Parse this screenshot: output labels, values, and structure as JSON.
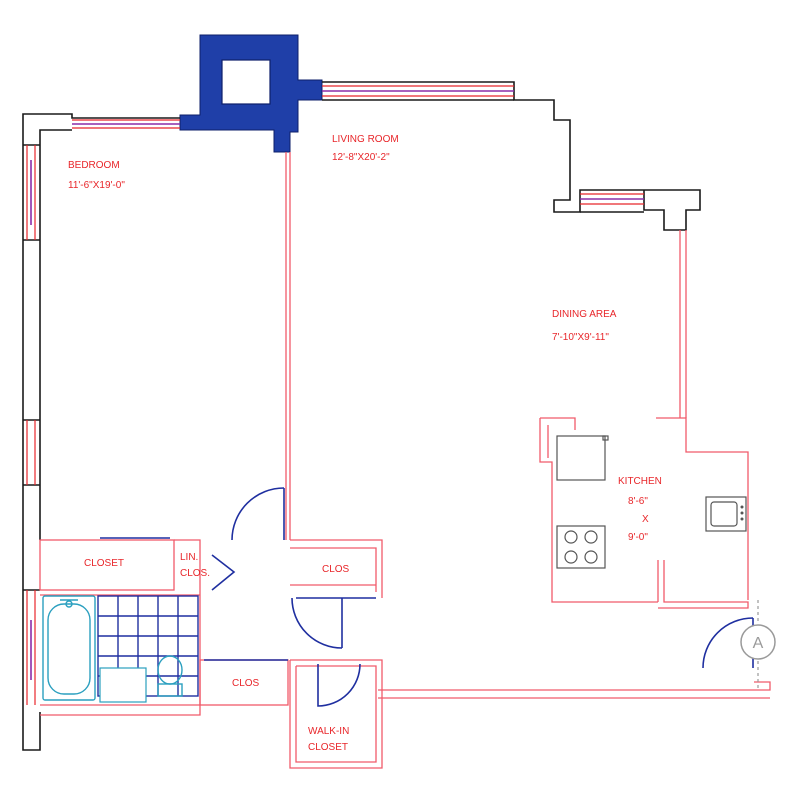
{
  "colors": {
    "label_red": "#e8262a",
    "interior_wall": "#f05a6a",
    "exterior_wall": "#1a1a1a",
    "column_fill": "#1f3fa8",
    "window_mullion": "#8a2da8",
    "door_swing": "#1f2fa0",
    "bath_fixture": "#2a9fbf",
    "marker_gray": "#9a9a9a"
  },
  "rooms": {
    "living_room": {
      "name": "LIVING ROOM",
      "dims": "12'-8\"X20'-2\""
    },
    "bedroom": {
      "name": "BEDROOM",
      "dims": "11'-6\"X19'-0\""
    },
    "dining_area": {
      "name": "DINING AREA",
      "dims": "7'-10\"X9'-11\""
    },
    "kitchen": {
      "name": "KITCHEN",
      "dims_line1": "8'-6\"",
      "dims_line2": "X",
      "dims_line3": "9'-0\""
    },
    "closet": {
      "name": "CLOSET"
    },
    "linen_closet": {
      "line1": "LIN.",
      "line2": "CLOS."
    },
    "clos_entry": {
      "name": "CLOS"
    },
    "clos_bath": {
      "name": "CLOS"
    },
    "walk_in_closet": {
      "line1": "WALK-IN",
      "line2": "CLOSET"
    }
  },
  "section_marker": {
    "letter": "A"
  },
  "icons": [
    "column-icon",
    "bathtub-icon",
    "toilet-icon",
    "stove-icon",
    "sink-icon",
    "door-swing-icon"
  ]
}
